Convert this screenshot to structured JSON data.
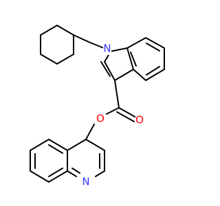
{
  "colors": {
    "background": "#ffffff",
    "bond": "#000000",
    "nitrogen": "#3333ff",
    "oxygen": "#ff0000"
  },
  "atoms": {
    "indole_n": "N",
    "ester_o_carbonyl": "O",
    "ester_o_single": "O",
    "quinoline_n": "N"
  }
}
